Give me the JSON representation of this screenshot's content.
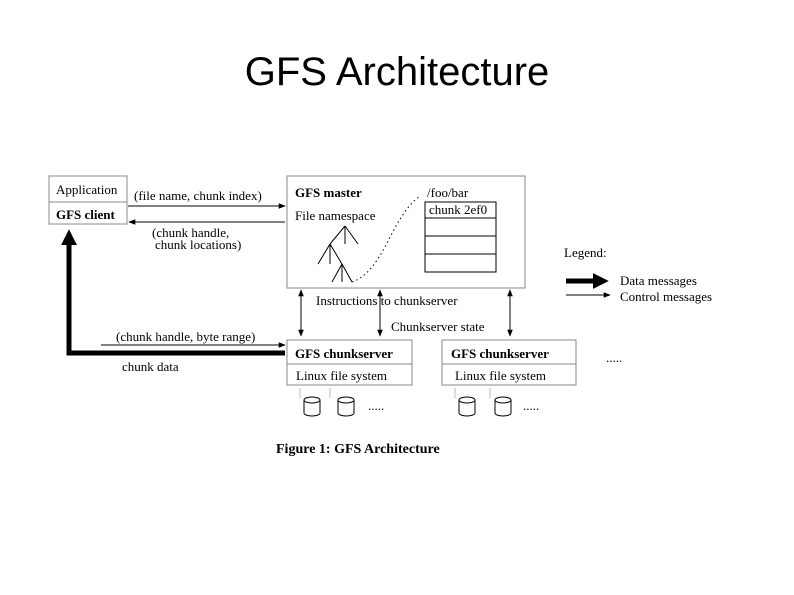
{
  "slide_title": "GFS Architecture",
  "diagram": {
    "client": {
      "application": "Application",
      "gfs_client": "GFS client"
    },
    "master": {
      "title": "GFS master",
      "namespace": "File namespace",
      "path": "/foo/bar",
      "chunk_entry": "chunk 2ef0"
    },
    "messages": {
      "request": "(file name, chunk index)",
      "reply_line1": "(chunk handle,",
      "reply_line2": "chunk locations)",
      "instructions": "Instructions to chunkserver",
      "chunkserver_state": "Chunkserver state",
      "client_to_chunkserver": "(chunk handle, byte range)",
      "chunk_data": "chunk data"
    },
    "chunkservers": [
      {
        "title": "GFS chunkserver",
        "fs": "Linux file system"
      },
      {
        "title": "GFS chunkserver",
        "fs": "Linux file system"
      }
    ],
    "ellipsis": ".....",
    "legend": {
      "title": "Legend:",
      "data": "Data messages",
      "control": "Control messages"
    },
    "caption": "Figure 1: GFS Architecture"
  }
}
